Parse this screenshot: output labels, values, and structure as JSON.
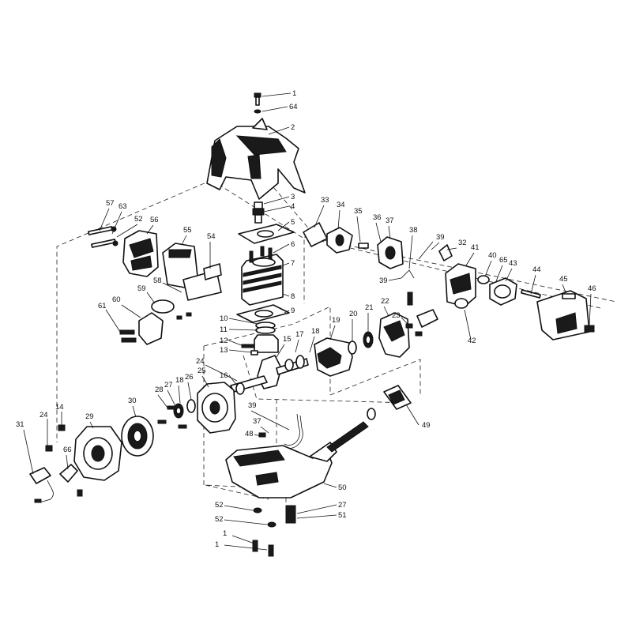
{
  "callouts": [
    {
      "id": "c1a",
      "text": "1"
    },
    {
      "id": "c64",
      "text": "64"
    },
    {
      "id": "c2",
      "text": "2"
    },
    {
      "id": "c3",
      "text": "3"
    },
    {
      "id": "c4",
      "text": "4"
    },
    {
      "id": "c5",
      "text": "5"
    },
    {
      "id": "c6",
      "text": "6"
    },
    {
      "id": "c7",
      "text": "7"
    },
    {
      "id": "c8",
      "text": "8"
    },
    {
      "id": "c9",
      "text": "9"
    },
    {
      "id": "c10",
      "text": "10"
    },
    {
      "id": "c11",
      "text": "11"
    },
    {
      "id": "c12",
      "text": "12"
    },
    {
      "id": "c13",
      "text": "13"
    },
    {
      "id": "c14",
      "text": "14"
    },
    {
      "id": "c15",
      "text": "15"
    },
    {
      "id": "c16",
      "text": "16"
    },
    {
      "id": "c17",
      "text": "17"
    },
    {
      "id": "c18a",
      "text": "18"
    },
    {
      "id": "c18b",
      "text": "18"
    },
    {
      "id": "c19",
      "text": "19"
    },
    {
      "id": "c20",
      "text": "20"
    },
    {
      "id": "c21",
      "text": "21"
    },
    {
      "id": "c22",
      "text": "22"
    },
    {
      "id": "c23",
      "text": "23"
    },
    {
      "id": "c24a",
      "text": "24"
    },
    {
      "id": "c24b",
      "text": "24"
    },
    {
      "id": "c25",
      "text": "25"
    },
    {
      "id": "c26",
      "text": "26"
    },
    {
      "id": "c27a",
      "text": "27"
    },
    {
      "id": "c27b",
      "text": "27"
    },
    {
      "id": "c28",
      "text": "28"
    },
    {
      "id": "c29",
      "text": "29"
    },
    {
      "id": "c30",
      "text": "30"
    },
    {
      "id": "c31",
      "text": "31"
    },
    {
      "id": "c32",
      "text": "32"
    },
    {
      "id": "c33",
      "text": "33"
    },
    {
      "id": "c34",
      "text": "34"
    },
    {
      "id": "c35",
      "text": "35"
    },
    {
      "id": "c36",
      "text": "36"
    },
    {
      "id": "c37a",
      "text": "37"
    },
    {
      "id": "c37b",
      "text": "37"
    },
    {
      "id": "c38",
      "text": "38"
    },
    {
      "id": "c39a",
      "text": "39"
    },
    {
      "id": "c39b",
      "text": "39"
    },
    {
      "id": "c39c",
      "text": "39"
    },
    {
      "id": "c40",
      "text": "40"
    },
    {
      "id": "c41",
      "text": "41"
    },
    {
      "id": "c42",
      "text": "42"
    },
    {
      "id": "c43",
      "text": "43"
    },
    {
      "id": "c44",
      "text": "44"
    },
    {
      "id": "c45",
      "text": "45"
    },
    {
      "id": "c46",
      "text": "46"
    },
    {
      "id": "c48",
      "text": "48"
    },
    {
      "id": "c49",
      "text": "49"
    },
    {
      "id": "c50",
      "text": "50"
    },
    {
      "id": "c51",
      "text": "51"
    },
    {
      "id": "c52a",
      "text": "52"
    },
    {
      "id": "c52b",
      "text": "52"
    },
    {
      "id": "c52c",
      "text": "52"
    },
    {
      "id": "c54",
      "text": "54"
    },
    {
      "id": "c55",
      "text": "55"
    },
    {
      "id": "c56",
      "text": "56"
    },
    {
      "id": "c57",
      "text": "57"
    },
    {
      "id": "c58",
      "text": "58"
    },
    {
      "id": "c59",
      "text": "59"
    },
    {
      "id": "c60",
      "text": "60"
    },
    {
      "id": "c61",
      "text": "61"
    },
    {
      "id": "c63",
      "text": "63"
    },
    {
      "id": "c65",
      "text": "65"
    },
    {
      "id": "c66",
      "text": "66"
    },
    {
      "id": "c1b",
      "text": "1"
    },
    {
      "id": "c1c",
      "text": "1"
    }
  ]
}
